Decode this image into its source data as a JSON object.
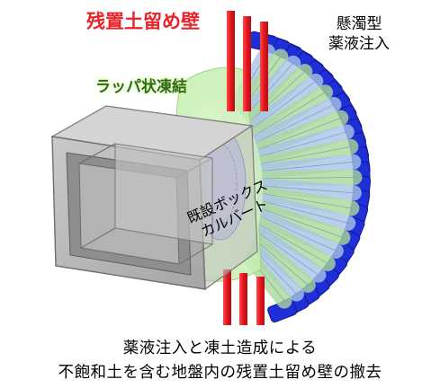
{
  "labels": {
    "retained_wall": "残置土留め壁",
    "wrap_freezing": "ラッパ状凍結",
    "suspension_injection_line1": "懸濁型",
    "suspension_injection_line2": "薬液注入",
    "box_culvert_line1": "既設ボックス",
    "box_culvert_line2": "カルバート"
  },
  "caption": {
    "line1": "薬液注入と凍土造成による",
    "line2": "不飽和土を含む地盤内の残置土留め壁の撤去"
  },
  "colors": {
    "retained_wall": "#e8232a",
    "wrap_freezing": "#8be05a",
    "suspension_injection": "#1f2fd8",
    "box_culvert": "#9a9a9a"
  }
}
